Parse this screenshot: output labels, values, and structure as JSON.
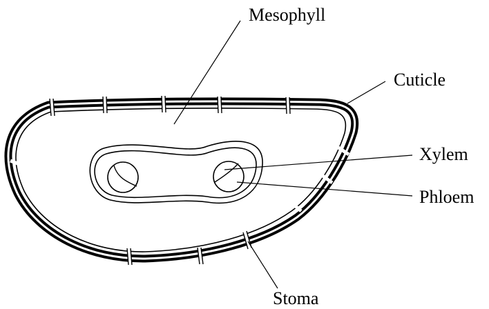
{
  "labels": {
    "mesophyll": "Mesophyll",
    "cuticle": "Cuticle",
    "xylem": "Xylem",
    "phloem": "Phloem",
    "stoma": "Stoma"
  }
}
